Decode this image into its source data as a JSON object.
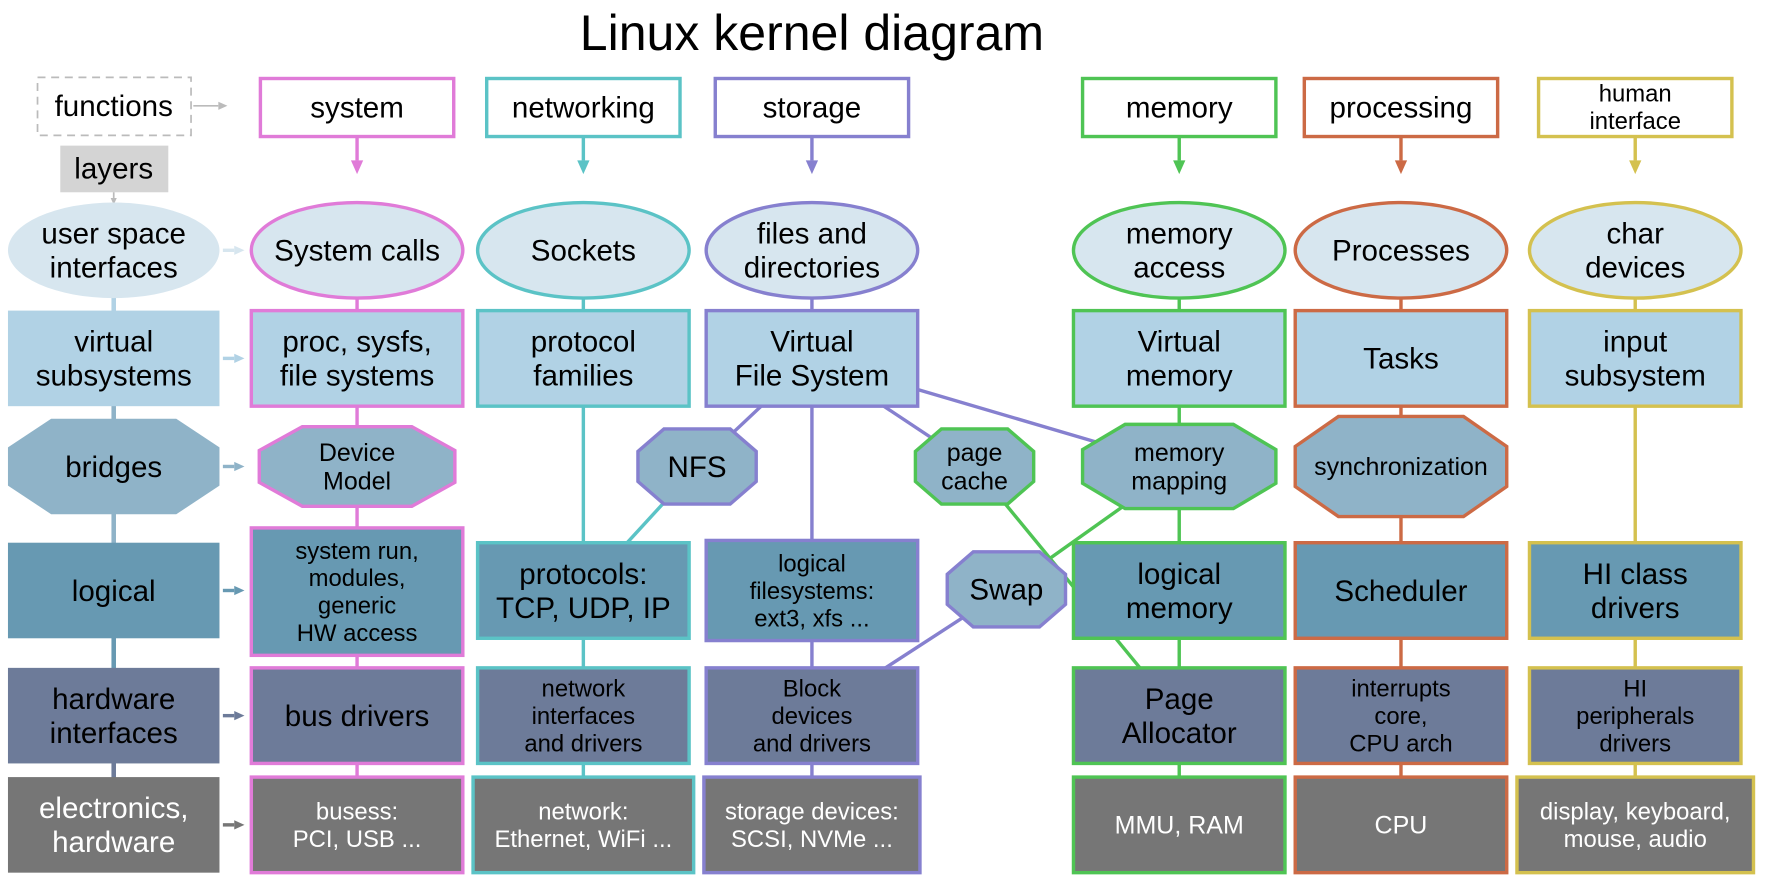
{
  "title": "Linux kernel diagram",
  "legend": {
    "functions_label": "functions",
    "layers_label": "layers"
  },
  "colors": {
    "system": "#e07bd8",
    "networking": "#5bc3c6",
    "storage": "#8680cf",
    "memory": "#4fc454",
    "processing": "#cc6a45",
    "human_interface": "#d4c14f",
    "user_space_fill": "#d7e6ef",
    "virtual_fill": "#b1d2e5",
    "bridges_fill": "#8fb3c8",
    "logical_fill": "#6799b2",
    "hardware_if_fill": "#6d7b99",
    "electronics_fill": "#767676",
    "layers_fill": "#d4d4d4",
    "legend_line": "#bbbbbb"
  },
  "layers": [
    {
      "id": "user_space",
      "label": [
        "user space",
        "interfaces"
      ]
    },
    {
      "id": "virtual",
      "label": [
        "virtual",
        "subsystems"
      ]
    },
    {
      "id": "bridges",
      "label": [
        "bridges"
      ]
    },
    {
      "id": "logical",
      "label": [
        "logical"
      ]
    },
    {
      "id": "hardware_if",
      "label": [
        "hardware",
        "interfaces"
      ]
    },
    {
      "id": "electronics",
      "label": [
        "electronics,",
        "hardware"
      ]
    }
  ],
  "functions": [
    {
      "id": "system",
      "label": [
        "system"
      ]
    },
    {
      "id": "networking",
      "label": [
        "networking"
      ]
    },
    {
      "id": "storage",
      "label": [
        "storage"
      ]
    },
    {
      "id": "memory",
      "label": [
        "memory"
      ]
    },
    {
      "id": "processing",
      "label": [
        "processing"
      ]
    },
    {
      "id": "human_interface",
      "label": [
        "human",
        "interface"
      ]
    }
  ],
  "nodes": [
    {
      "id": "system_calls",
      "function": "system",
      "layer": "user_space",
      "label": [
        "System calls"
      ]
    },
    {
      "id": "proc_sysfs",
      "function": "system",
      "layer": "virtual",
      "label": [
        "proc, sysfs,",
        "file systems"
      ]
    },
    {
      "id": "device_model",
      "function": "system",
      "layer": "bridges",
      "label": [
        "Device",
        "Model"
      ]
    },
    {
      "id": "system_run",
      "function": "system",
      "layer": "logical",
      "label": [
        "system run,",
        "modules,",
        "generic",
        "HW access"
      ]
    },
    {
      "id": "bus_drivers",
      "function": "system",
      "layer": "hardware_if",
      "label": [
        "bus drivers"
      ]
    },
    {
      "id": "busess",
      "function": "system",
      "layer": "electronics",
      "label": [
        "busess:",
        "PCI, USB ..."
      ]
    },
    {
      "id": "sockets",
      "function": "networking",
      "layer": "user_space",
      "label": [
        "Sockets"
      ]
    },
    {
      "id": "protocol_families",
      "function": "networking",
      "layer": "virtual",
      "label": [
        "protocol",
        "families"
      ]
    },
    {
      "id": "protocols",
      "function": "networking",
      "layer": "logical",
      "label": [
        "protocols:",
        "TCP, UDP, IP"
      ]
    },
    {
      "id": "network_interfaces",
      "function": "networking",
      "layer": "hardware_if",
      "label": [
        "network",
        "interfaces",
        "and drivers"
      ]
    },
    {
      "id": "network_hw",
      "function": "networking",
      "layer": "electronics",
      "label": [
        "network:",
        "Ethernet, WiFi ..."
      ]
    },
    {
      "id": "files_dirs",
      "function": "storage",
      "layer": "user_space",
      "label": [
        "files and",
        "directories"
      ]
    },
    {
      "id": "vfs",
      "function": "storage",
      "layer": "virtual",
      "label": [
        "Virtual",
        "File System"
      ]
    },
    {
      "id": "nfs",
      "function": "storage",
      "layer": "bridges",
      "label": [
        "NFS"
      ]
    },
    {
      "id": "logical_fs",
      "function": "storage",
      "layer": "logical",
      "label": [
        "logical",
        "filesystems:",
        "ext3, xfs ..."
      ]
    },
    {
      "id": "block_devices",
      "function": "storage",
      "layer": "hardware_if",
      "label": [
        "Block",
        "devices",
        "and drivers"
      ]
    },
    {
      "id": "storage_devices",
      "function": "storage",
      "layer": "electronics",
      "label": [
        "storage devices:",
        "SCSI, NVMe ..."
      ]
    },
    {
      "id": "page_cache",
      "function": "memory",
      "layer": "bridges",
      "label": [
        "page",
        "cache"
      ]
    },
    {
      "id": "swap",
      "function": "storage",
      "layer": "logical",
      "label": [
        "Swap"
      ]
    },
    {
      "id": "memory_access",
      "function": "memory",
      "layer": "user_space",
      "label": [
        "memory",
        "access"
      ]
    },
    {
      "id": "virtual_memory",
      "function": "memory",
      "layer": "virtual",
      "label": [
        "Virtual",
        "memory"
      ]
    },
    {
      "id": "memory_mapping",
      "function": "memory",
      "layer": "bridges",
      "label": [
        "memory",
        "mapping"
      ]
    },
    {
      "id": "logical_memory",
      "function": "memory",
      "layer": "logical",
      "label": [
        "logical",
        "memory"
      ]
    },
    {
      "id": "page_allocator",
      "function": "memory",
      "layer": "hardware_if",
      "label": [
        "Page",
        "Allocator"
      ]
    },
    {
      "id": "mmu_ram",
      "function": "memory",
      "layer": "electronics",
      "label": [
        "MMU, RAM"
      ]
    },
    {
      "id": "processes",
      "function": "processing",
      "layer": "user_space",
      "label": [
        "Processes"
      ]
    },
    {
      "id": "tasks",
      "function": "processing",
      "layer": "virtual",
      "label": [
        "Tasks"
      ]
    },
    {
      "id": "synchronization",
      "function": "processing",
      "layer": "bridges",
      "label": [
        "synchronization"
      ]
    },
    {
      "id": "scheduler",
      "function": "processing",
      "layer": "logical",
      "label": [
        "Scheduler"
      ]
    },
    {
      "id": "interrupts",
      "function": "processing",
      "layer": "hardware_if",
      "label": [
        "interrupts",
        "core,",
        "CPU arch"
      ]
    },
    {
      "id": "cpu",
      "function": "processing",
      "layer": "electronics",
      "label": [
        "CPU"
      ]
    },
    {
      "id": "char_devices",
      "function": "human_interface",
      "layer": "user_space",
      "label": [
        "char",
        "devices"
      ]
    },
    {
      "id": "input_subsystem",
      "function": "human_interface",
      "layer": "virtual",
      "label": [
        "input",
        "subsystem"
      ]
    },
    {
      "id": "hi_class_drivers",
      "function": "human_interface",
      "layer": "logical",
      "label": [
        "HI class",
        "drivers"
      ]
    },
    {
      "id": "hi_peripherals",
      "function": "human_interface",
      "layer": "hardware_if",
      "label": [
        "HI",
        "peripherals",
        "drivers"
      ]
    },
    {
      "id": "display_keyboard",
      "function": "human_interface",
      "layer": "electronics",
      "label": [
        "display, keyboard,",
        "mouse, audio"
      ]
    }
  ],
  "edges": [
    {
      "from": "system_calls",
      "to": "proc_sysfs",
      "function": "system"
    },
    {
      "from": "proc_sysfs",
      "to": "device_model",
      "function": "system"
    },
    {
      "from": "device_model",
      "to": "system_run",
      "function": "system"
    },
    {
      "from": "system_run",
      "to": "bus_drivers",
      "function": "system"
    },
    {
      "from": "bus_drivers",
      "to": "busess",
      "function": "system"
    },
    {
      "from": "sockets",
      "to": "protocol_families",
      "function": "networking"
    },
    {
      "from": "protocol_families",
      "to": "protocols",
      "function": "networking"
    },
    {
      "from": "nfs",
      "to": "protocols",
      "function": "networking"
    },
    {
      "from": "protocols",
      "to": "network_interfaces",
      "function": "networking"
    },
    {
      "from": "network_interfaces",
      "to": "network_hw",
      "function": "networking"
    },
    {
      "from": "files_dirs",
      "to": "vfs",
      "function": "storage"
    },
    {
      "from": "vfs",
      "to": "nfs",
      "function": "storage"
    },
    {
      "from": "vfs",
      "to": "logical_fs",
      "function": "storage"
    },
    {
      "from": "vfs",
      "to": "page_cache",
      "function": "storage"
    },
    {
      "from": "vfs",
      "to": "memory_mapping",
      "function": "storage"
    },
    {
      "from": "logical_fs",
      "to": "block_devices",
      "function": "storage"
    },
    {
      "from": "swap",
      "to": "block_devices",
      "function": "storage"
    },
    {
      "from": "block_devices",
      "to": "storage_devices",
      "function": "storage"
    },
    {
      "from": "page_cache",
      "to": "page_allocator",
      "function": "memory"
    },
    {
      "from": "memory_mapping",
      "to": "swap",
      "function": "memory"
    },
    {
      "from": "memory_access",
      "to": "virtual_memory",
      "function": "memory"
    },
    {
      "from": "virtual_memory",
      "to": "memory_mapping",
      "function": "memory"
    },
    {
      "from": "memory_mapping",
      "to": "logical_memory",
      "function": "memory"
    },
    {
      "from": "logical_memory",
      "to": "page_allocator",
      "function": "memory"
    },
    {
      "from": "page_allocator",
      "to": "mmu_ram",
      "function": "memory"
    },
    {
      "from": "processes",
      "to": "tasks",
      "function": "processing"
    },
    {
      "from": "tasks",
      "to": "synchronization",
      "function": "processing"
    },
    {
      "from": "synchronization",
      "to": "scheduler",
      "function": "processing"
    },
    {
      "from": "scheduler",
      "to": "interrupts",
      "function": "processing"
    },
    {
      "from": "interrupts",
      "to": "cpu",
      "function": "processing"
    },
    {
      "from": "char_devices",
      "to": "input_subsystem",
      "function": "human_interface"
    },
    {
      "from": "input_subsystem",
      "to": "hi_class_drivers",
      "function": "human_interface"
    },
    {
      "from": "hi_class_drivers",
      "to": "hi_peripherals",
      "function": "human_interface"
    },
    {
      "from": "hi_peripherals",
      "to": "display_keyboard",
      "function": "human_interface"
    }
  ]
}
